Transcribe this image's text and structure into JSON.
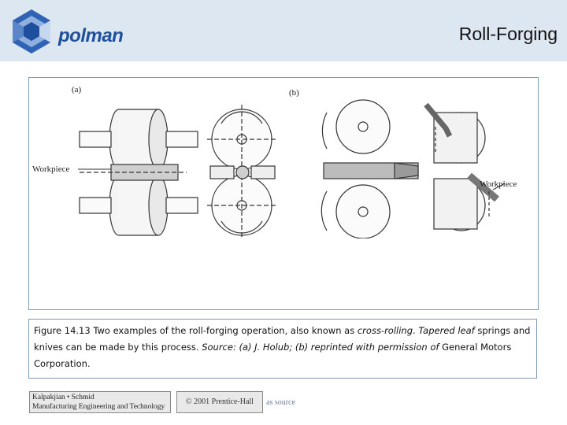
{
  "header": {
    "logo_text": "polman",
    "title": "Roll-Forging"
  },
  "figure": {
    "label_a": "(a)",
    "label_b": "(b)",
    "workpiece_a": "Workpiece",
    "workpiece_b": "Workpiece"
  },
  "caption": {
    "part1": "Figure 14.13 Two examples of the roll-forging operation, also known as ",
    "italic1": "cross-rolling",
    "part2": ". ",
    "italic2": "Tapered leaf",
    "part3": " springs and knives can be made by this process. ",
    "italic3": "Source: (a) J. Holub; (b) reprinted with permission of",
    "part4": " General Motors Corporation."
  },
  "footer": {
    "book_line1": "Kalpakjian • Schmid",
    "book_line2": "Manufacturing Engineering and Technology",
    "copyright": "© 2001 Prentice-Hall",
    "source": "as source"
  },
  "colors": {
    "header_bg": "#dde7f2",
    "logo_blue": "#1d4f9c",
    "frame_border": "#7f9ab6"
  }
}
